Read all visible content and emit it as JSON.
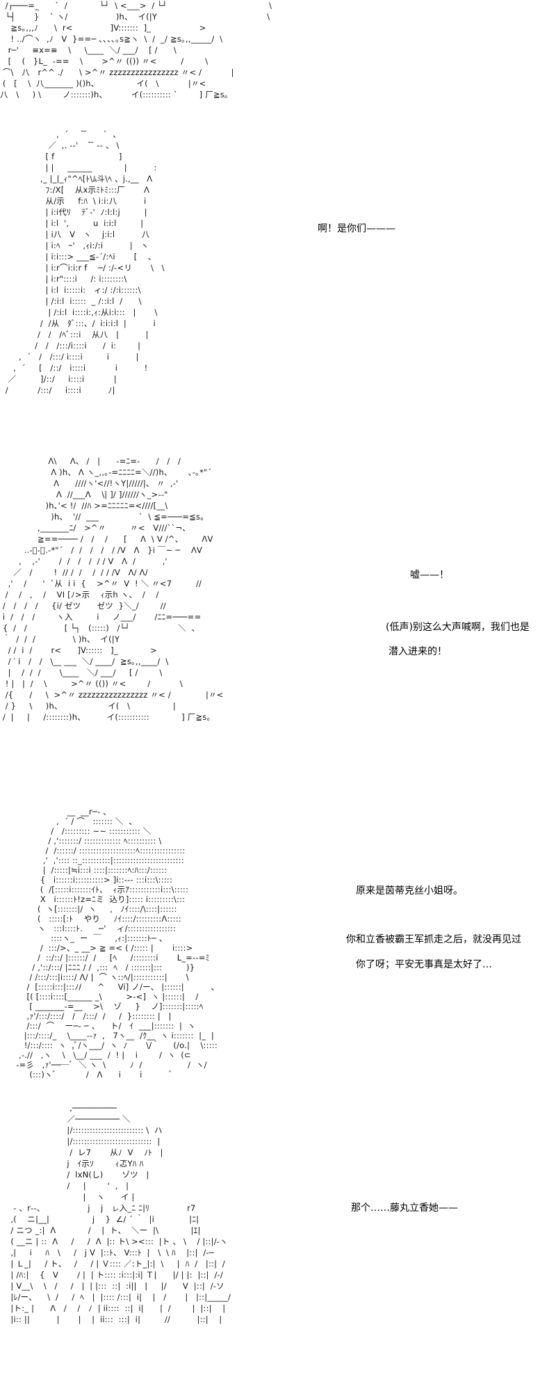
{
  "panels": [
    {
      "art": [
        "  /┌───=_      `  /            └┘  \\ <___>  / └┘                                      \\",
        "  └┤       }    ` ヽ/                  )h、  イ(|Y                                         \\",
        "    ≧s｡,,,ﾉ      \\  r<              ]V:::::::  ]_                  >                   ",
        "    ! ../⌒ヽ  ,ﾉ   V  }==─ ､､､､｡s≧ヽ  \\  /  _/ ≧s｡,,_____/  \\",
        "   r─'     ≡x=≡    \\     \\____  ＼/ ___/    [ /      \\",
        "   [    (   }L_  -==    \\       >^〃 (()) 〃<         /        \\",
        " ⌒\\   八   r^^ ./      \\ >^〃 zzzzzzzzzzzzzzzz 〃< /           |",
        " (   [    \\  八_______ )()h、              イ(   \\           |〃<",
        "八   \\     ) \\        ノ:::::::)h、         イ(:::::::::: `        ] 厂≧s｡"
      ]
    },
    {
      "art": [
        "                     ,  ´      ̄ ̄      `  、",
        "                  ／  ,. -‐'     ̄ ̄ ‐- 、 \\",
        "                 [ f                        ]",
        "                 | |     ______            |          :",
        "               ,_ |_|_ｨ\"^ﾍ[ﾄ\\ﾑ斗\\ﾍ 、j.,__   Λ",
        "                 ﾌ:/X[    从x示ﾐﾄﾐ:::厂       Λ",
        "                 从/示     f:ﾊ  \\ i:i:八          i",
        "                 | i:i代ﾘ    ﾃﾞ‐'  ﾉ:l:l:j         |",
        "                 | i:l  ',         u  i:i:l         |",
        "                 | i八   V   ヽ    j:i:l          八",
        "                 | i:ﾍ   ｰ'   ,ｨi:/:i          |   ヽ",
        "                 | i:i:::> ___≦‐´/:ﾍi       [    、",
        "                 | i:r⌒i:i:r f    ─/ :/‐<リ       \\   \\",
        "                 | i:r\"::::i     /: i::::::::\\",
        "                 | i:l  i:::::i:   ィ:/ :/:i::::::\\",
        "                 | /:i:l  i:::::  _ /::i:l  /      \\",
        "                  | /:i:l  i::::i:,ｨ:从i:i:::   |       \\",
        "               /  /从   ﾀﾞ:::、/  i:i:i:l  |          i",
        "              /   /   /ﾍﾞ:::i    从八   |          |",
        "             /   /   /:::/i::::i      /  i:        |",
        "       ,  ´   /   /:::/ i::::i         i          |",
        "     ,  ´     [   /::/   i::::i           i          !",
        "   ／         ]/::/     i::::i           |",
        "  /           /:::/     i::::i          ﾉ|"
      ]
    },
    {
      "art": [
        "                  Λ\\     Λ、 /   |      -=ﾆ=-      /   /   /",
        "                   Λ )h、 Λ ヽ_,,｡-=ﾆﾆﾆﾆ=＼//)h、      ､-｡*\"´",
        "                    Λ      ////ヽ'<//!ヽY|/////|、 〃  ,-'",
        "                     Λ  //___Λ    \\| ]/ ]//////ヽ_>-‐\"",
        "                 )h､'< !/  //ﾊ >=ﾆﾆﾆﾆﾆ=<////[__\\",
        "                   )h、  '//  ___               `  \\ ≦=───=≦s｡",
        "              ,_______ﾆ/   >^〃         〃<   V///``¬、",
        "              ≧==──── /   /    /      [     Λ  \\ V /^、       ΛV",
        "         ..-ﾞ-､.-*\"´   /  /   /   /   / /V   Λ   }i ￣~ ─    ΛV",
        "       ,    ,-'       /  /   /   /  / / V   Λ  /          ,'",
        "     ／   /        !  // /  /    /  / / /V   Λ/ Λ/",
        "   ,'    /      '  `从  i i  {    >^〃  V  ! ＼ 〃<7         //",
        "  /    /   ,    /    VI [ﾉ>示    ｨ示h ヽ、  /    /",
        " /   /   /   /     {i/ ゼツ      ゼツ  }＼_/        //",
        " i  /   /   /        ヽ入         i     ノ___/       /ﾆﾆ=───==",
        " {  /   /              [ └┐   (:::::)   /└┘                  ＼  、",
        " ｀  /  /  /              \\ )h、  イ(|Y",
        "   / /  i  /       r<      ]V::::::   ]_            >",
        "   / ′ i   /   /   \\__ ___  ＼/ ____/  ≧s｡,,____/  \\",
        "   |    /  /  /       \\____   ＼/ ___/     [ /        \\",
        "  ! |   |  /    \\         >^〃 (()) 〃<        /           \\",
        "  /{      /     \\  >^〃 zzzzzzzzzzzzzzzz 〃< /             |〃<",
        "  / }     \\     )h、                 イ(   \\                |",
        " /  |     |     /::::::::)h、        イ(:::::::::::            ] 厂≧s｡"
      ]
    },
    {
      "art": [
        "                         __  __r─‐ 、",
        "                     ,  ´ / ⌒   ::::::: ＼  、",
        "                   /   /::::::::: ~~ ::::::::::: ＼",
        "                  / ,':::::::/ ::::::::::::: ﾍ:::::::::: \\",
        "                 /  /::::::/ ::::::::::::::::::::ﾍ::::::::::::::::",
        "                ,'  ,':::: ::_::::::::::|:::::::::::::::::::::::::",
        "                |  /:::::|≒i:::i ::::|:::::::ﾍ:ﾊ:::/::::::",
        "               {   i::::::i::::::::::> ]i::--- :::i:::\\:::::",
        "               (  /[:::::i:::::::ｲﾄ、  ｨ示ｱ:::::::::::i:::\\:::::",
        "               X   i::::::ﾄ!z=ﾆミ  込り]::::: i:::::::::\\:::",
        "              (  ヽ[:::::::|/  ヽ     ,   ﾉｲ::::/\\::::|::::::",
        "              (   :::::[:ﾄ    やり     ﾉｲ::::/:::::::::Λ:::::",
        "              ヽ   :::l::::ﾄ.      ─'    ィ/:::::::::::::::::",
        "                   ::::ヽ_  ー  ￣     ,ｨ:|:::::::ﾄ─ 、",
        "               /  :::/>、_ __> ≧ =< ( /::::: |       i::::>",
        "              /  ::/::/ |::::::/  /     [ﾍ     /::::::::i       L_=--=ﾐ",
        "            / ,'::/:::/ |ﾆﾆﾆ / /  ,:::  ﾍ   / :::::::|:::         )}",
        "           / /:::/:::|i::::/ Λ/ |  ⌒ ヽ::ﾍ/|:::::::::::|       \\",
        "          /  [:::::i:::|:::ﾉ/      ^     Vi] ノ/ー、 |::::::|          、",
        "          [( [::::i::::[______ _\\         >-<]  ヽ |::::::|    /",
        "           [ _______-=__    >\\    ゾ     }    ノ]:::::::|:::::ﾍ",
        "          ,ｧ'/:::/::::/   /   /:::/  /     /  }:::::::: |   |",
        "          /:::/  ⌒    ー─‐ ─ 、    ト/   ｲ  ___|:::::::  |  ヽ",
        "         |:::/::::/_    \\____--ｧ  ,   7ヽ__  /ｸ__  ヽ i:::::::  |_  |",
        "         !/:::/::::  ヽ  ,ﾞ/ヽ___/  ヽ  ﾉ       \\/｀     (/o.|    \\:::::",
        "       ,-.//   ,ヽ    \\   \\__/ ___  /  ! |    i        /  ヽ  (⊂",
        "      -=彡   ,ｧ'───ﾞ  ＼ ヽ  \\         ﾉ  /                 /  ヽ/",
        "           (:::)ヽﾞ           /   Λ      i       i          ﾞ"
      ]
    },
    {
      "art": [
        "                          ,─────────",
        "                         ／───────── ＼",
        "                         |/::::::::::::::::::::::::: \\  ハ",
        "                         |/::::::::::::::::::::::::::::  |",
        "                          /  レ7       从ﾉ  V    ﾉﾄ   |",
        "                         j   ｲ示ｿ        ｨ忑Yﾊ ﾊ",
        "                         /  lxN(し)       ゾツ   |",
        "                         /     |        '  ,   |",
        "                               |    ヽ      イ |",
        "     ‐ 、r‐‐、                j    j   ㇾ入_ﾆ ﾆ|ﾘ              r7",
        "    ,(    ニ|__|                j    }  ∠/ ´ ｀  |i             |ﾆ|",
        "    / ニつ _:|  Λ            /    |  ト、  ＼ー  |\\            |ｴ|",
        "    ( __ニ | ::  Λ     /     /  Λ  |:: ト\\ ><:::  |ト 、 \\    / |::|/‐ヽ",
        "    ,|     i     ﾊ   \\     /   j V  |::ﾄ、 V:::ﾄ  |   \\  \\ ﾊ    |::|  /-─",
        "    | Ｌ_|     / ト、   /     / | Ｖ:::: ／:ト_|:|  \\     |  ﾊ  /   |::|  /",
        "    | /ﾊ:|    {   V       / |  | ト:::: :i:::|:i| Ｔ|      |/ | |:  |::|  /‐/",
        "    | V__\\    \\   /     /   |  | |:::  ::|  :i||   |     |/      V  |::|  /‐ソ",
        "    |ﾚ/ー、    \\  /     /  ﾍ   |  |:::: /:::|  i|    |   /       |   |::|_____/",
        "    |ト:_ |      Λ   /    /   ﾉ  | ii::::  ::|  i|      |  /        |  |::|    |",
        "    |i:: ||          |       |    |  ii:::  :::|  i|         //          |::|    |"
      ]
    }
  ],
  "dialogue": {
    "p2_line1": "啊！是你们———",
    "p3_line1": "嘘——！",
    "p3_line2": "(低声)别这么大声喊啊，我们也是",
    "p3_line3": "潜入进来的！",
    "p4_line1": "原来是茵蒂克丝小姐呀。",
    "p4_line2": "你和立香被霸王军抓走之后，就没再见过",
    "p4_line3": "你了呀；平安无事真是太好了…",
    "p5_line1": "那个……藤丸立香她——"
  }
}
